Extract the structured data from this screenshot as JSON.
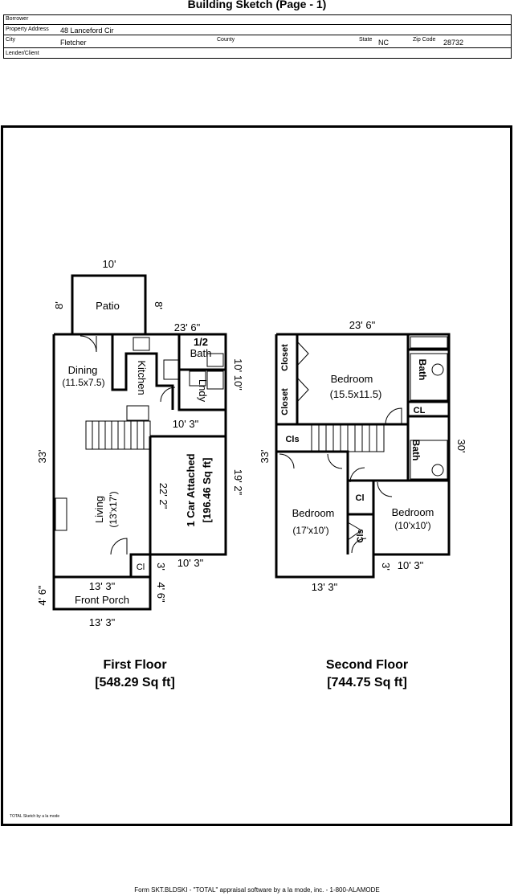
{
  "header": {
    "title": "Building Sketch (Page - 1)",
    "borrower_label": "Borrower",
    "property_address_label": "Property Address",
    "property_address": "48 Lanceford Cir",
    "city_label": "City",
    "city": "Fletcher",
    "county_label": "County",
    "state_label": "State",
    "state": "NC",
    "zip_label": "Zip Code",
    "zip": "28732",
    "lender_label": "Lender/Client"
  },
  "first_floor": {
    "caption": "First Floor",
    "area": "[548.29 Sq ft]",
    "rooms": {
      "patio": "Patio",
      "dining": "Dining",
      "dining_size": "(11.5x7.5)",
      "kitchen": "Kitchen",
      "half_bath_1": "1/2",
      "half_bath_2": "Bath",
      "laundry": "Lndy",
      "living": "Living",
      "living_size": "(13'x17')",
      "closet": "Cl",
      "garage_1": "1 Car Attached",
      "garage_2": "[196.46 Sq ft]",
      "front_porch": "Front Porch"
    },
    "dims": {
      "patio_top": "10'",
      "patio_left": "8'",
      "patio_right": "8'",
      "top_width": "23' 6\"",
      "right_upper": "10' 10\"",
      "garage_top": "10' 3\"",
      "left_height": "33'",
      "garage_inner": "22' 2\"",
      "garage_right": "19' 2\"",
      "garage_bottom": "10' 3\"",
      "small_3": "3'",
      "porch_top": "13' 3\"",
      "porch_left": "4' 6\"",
      "porch_right": "4' 6\"",
      "porch_bottom": "13' 3\""
    }
  },
  "second_floor": {
    "caption": "Second Floor",
    "area": "[744.75 Sq ft]",
    "rooms": {
      "closet_a": "Closet",
      "closet_b": "Closet",
      "bedroom_main": "Bedroom",
      "bedroom_main_size": "(15.5x11.5)",
      "bath_top": "Bath",
      "cl_small": "CL",
      "cls_left": "Cls",
      "bath_mid": "Bath",
      "bedroom_left": "Bedroom",
      "bedroom_left_size": "(17'x10')",
      "cl_center": "Cl",
      "cls_center": "Cls",
      "bedroom_right": "Bedroom",
      "bedroom_right_size": "(10'x10')"
    },
    "dims": {
      "top_width": "23' 6\"",
      "left_height": "33'",
      "right_height": "30'",
      "bottom_left": "13' 3\"",
      "small_3": "3'",
      "bottom_right": "10' 3\""
    }
  },
  "credit": "TOTAL Sketch by a la mode",
  "footer": "Form SKT.BLDSKI - \"TOTAL\" appraisal software by a la mode, inc. - 1-800-ALAMODE"
}
